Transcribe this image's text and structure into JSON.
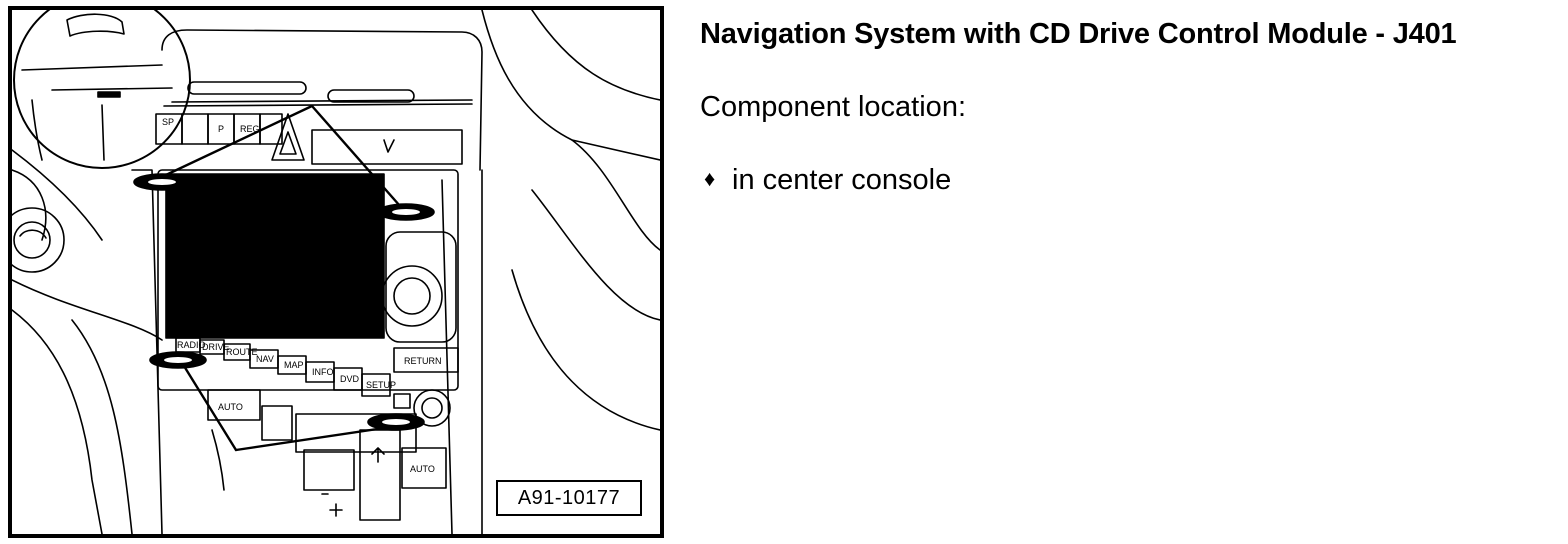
{
  "heading": {
    "title": "Navigation System with CD Drive Control Module - J401"
  },
  "content": {
    "section_label": "Component location:",
    "items": [
      {
        "bullet": "♦",
        "text": "in center console"
      }
    ]
  },
  "figure": {
    "id_label": "A91-10177",
    "buttons_top": [
      "SP",
      "P",
      "REG"
    ],
    "buttons_bottom": [
      "RADIO",
      "DRIVE",
      "ROUTE",
      "NAV",
      "MAP",
      "INFO",
      "DVD",
      "SETUP"
    ],
    "return_label": "RETURN",
    "climate_auto_left": "AUTO",
    "climate_auto_right": "AUTO"
  }
}
